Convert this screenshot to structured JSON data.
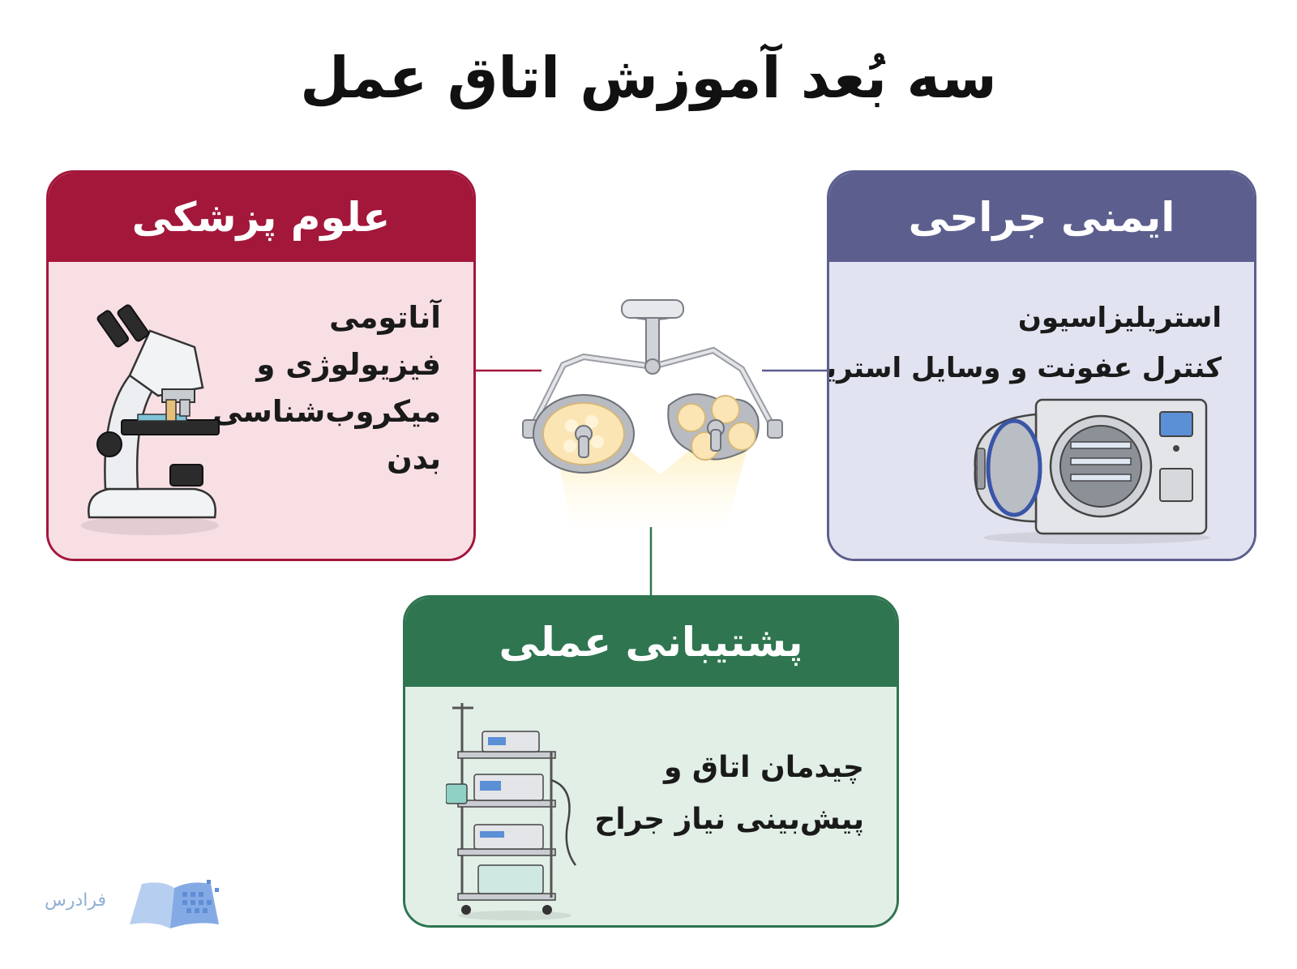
{
  "title": "سه بُعد آموزش اتاق عمل",
  "cards": {
    "medical": {
      "title": "علوم پزشکی",
      "lines": [
        "آناتومی",
        "فیزیولوژی و",
        "میکروب‌شناسی",
        "بدن"
      ],
      "color": "#a3173b",
      "icon": "microscope-icon"
    },
    "safety": {
      "title": "ایمنی جراحی",
      "lines": [
        "استریلیزاسیون",
        "کنترل عفونت و وسایل استریل"
      ],
      "color": "#5c5f8e",
      "icon": "autoclave-icon"
    },
    "support": {
      "title": "پشتیبانی عملی",
      "lines": [
        "چیدمان اتاق و",
        "پیش‌بینی نیاز جراح"
      ],
      "color": "#2e7550",
      "icon": "equipment-cart-icon"
    }
  },
  "center_icon": "surgical-lamp-icon",
  "logo": {
    "text": "فرادرس",
    "icon": "book-logo-icon"
  }
}
